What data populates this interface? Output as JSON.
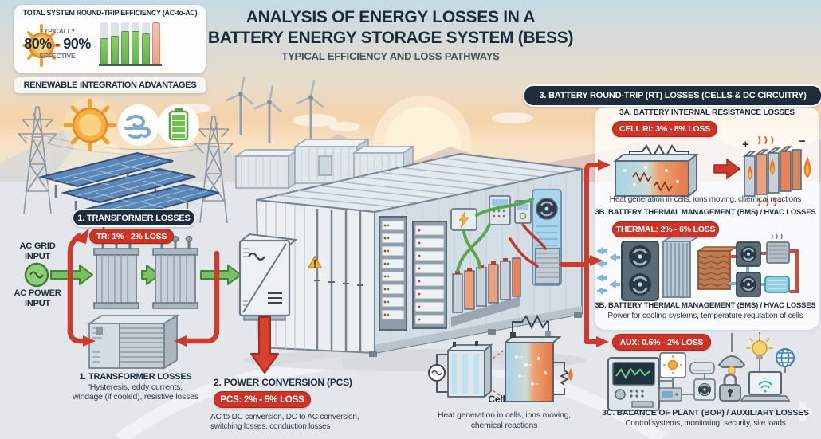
{
  "header": {
    "title_line1": "ANALYSIS OF ENERGY LOSSES IN A",
    "title_line2": "BATTERY ENERGY STORAGE SYSTEM (BESS)",
    "subtitle": "TYPICAL EFFICIENCY AND LOSS PATHWAYS"
  },
  "efficiency_box": {
    "title": "TOTAL SYSTEM ROUND-TRIP EFFICIENCY (AC-to-AC)",
    "typically": "TYPICALLY",
    "value": "80% - 90%",
    "effective": "EFFECTIVE",
    "bars": [
      {
        "value": 62,
        "status": "ok"
      },
      {
        "value": 68,
        "status": "ok"
      },
      {
        "value": 78,
        "status": "ok"
      },
      {
        "value": 78,
        "status": "ok"
      },
      {
        "value": 74,
        "status": "ok"
      },
      {
        "value": 100,
        "status": "loss"
      }
    ],
    "bar_ok_color": "#66b354",
    "bar_loss_color": "#eda088"
  },
  "renewable_banner": "RENEWABLE INTEGRATION ADVANTAGES",
  "inputs": {
    "grid": "AC GRID\nINPUT",
    "power": "AC POWER\nINPUT"
  },
  "section1": {
    "pill": "1. TRANSFORMER LOSSES",
    "loss": "TR: 1% - 2% LOSS",
    "caption_title": "1. TRANSFORMER LOSSES",
    "caption_line1": "'Hysteresis, eddy currents,",
    "caption_line2": "windage (if cooled), resistive losses"
  },
  "section2": {
    "title": "2. POWER CONVERSION (PCS)",
    "loss": "PCS: 2% - 5% LOSS",
    "caption_line1": "AC to DC conversion, DC to AC conversion,",
    "caption_line2": "switching losses, conduction losses"
  },
  "section3": {
    "header": "3. BATTERY ROUND-TRIP (RT) LOSSES (CELLS & DC CIRCUITRY)",
    "a": {
      "title": "3A. BATTERY INTERNAL RESISTANCE LOSSES",
      "loss": "CELL RI: 3% - 8% LOSS",
      "plus": "+",
      "minus": "−",
      "caption": "Heat generation in cells, ions moving, chemical reactions"
    },
    "b": {
      "title": "3B. BATTERY THERMAL MANAGEMENT (BMS) / HVAC LOSSES",
      "loss": "THERMAL: 2% - 6% LOSS",
      "title2": "3B. BATTERY THERMAL MANAGEMENT (BMS) / HVAC LOSSES",
      "caption": "Power for cooling systems, temperature regulation of cells"
    },
    "c": {
      "loss": "AUX: 0.5% - 2% LOSS",
      "title": "3C. BALANCE OF PLANT (BOP) / AUXILIARY LOSSES",
      "caption": "Control systems, monitoring, security, site loads"
    }
  },
  "cell_diagram": {
    "label": "Cell",
    "caption_line1": "Heat generation in cells, ions moving,",
    "caption_line2": "chemical reactions"
  },
  "icons": {
    "sun-icon": "☀",
    "wind-icon": "≋",
    "battery-icon": "▯",
    "warning-icon": "⚠",
    "lightning-icon": "⚡",
    "flame-icon": "🔥",
    "fan-icon": "✣",
    "lamp-icon": "⏏",
    "lock-icon": "🔒",
    "bulb-icon": "💡",
    "laptop-icon": "💻",
    "globe-icon": "🌐"
  },
  "colors": {
    "navy": "#1c2b3c",
    "loss_red": "#cd3327",
    "flow_green": "#76bd5e",
    "arrow_red": "#cd3b2c",
    "sky_warm": "#f2d2ab",
    "card_white": "rgba(255,255,255,0.78)"
  }
}
